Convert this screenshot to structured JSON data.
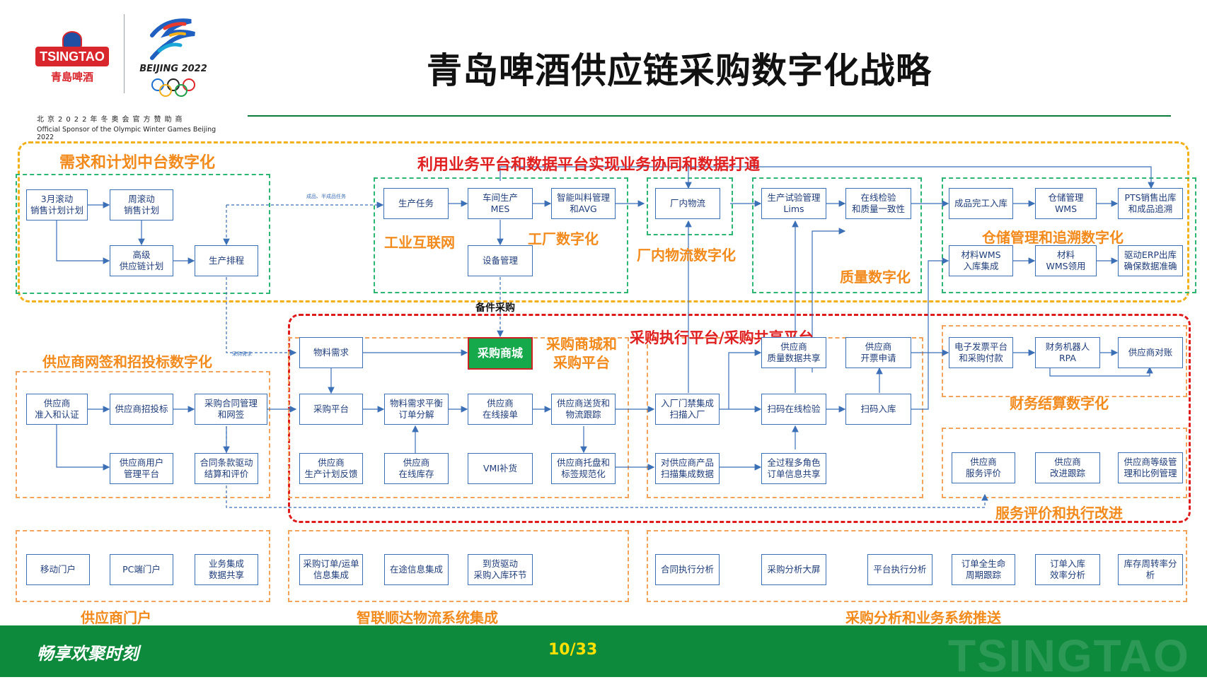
{
  "header": {
    "tsingtao_en": "TSINGTAO",
    "tsingtao_cn": "青島啤酒",
    "beijing_text": "BEIJING 2022",
    "sponsor_cn": "北京2022年冬奥会官方赞助商",
    "sponsor_en": "Official Sponsor of the Olympic Winter Games Beijing 2022",
    "title": "青岛啤酒供应链采购数字化战略"
  },
  "colors": {
    "green": "#0e8a3d",
    "red": "#e02020",
    "orange": "#f28a1c",
    "yellow": "#f2b019",
    "box_border": "#3b6fb6"
  },
  "labels": {
    "demand": "需求和计划中台数字化",
    "platform": "利用业务平台和数据平台实现业务协同和数据打通",
    "iiot": "工业互联网",
    "factory": "工厂数字化",
    "inplant": "厂内物流数字化",
    "quality": "质量数字化",
    "warehouse": "仓储管理和追溯数字化",
    "spare": "备件采购",
    "supplier_sign": "供应商网签和招投标数字化",
    "mall_platform": "采购商城和\n采购平台",
    "exec_platform": "采购执行平台/采购共享平台",
    "finance": "财务结算数字化",
    "service": "服务评价和执行改进",
    "portal": "供应商门户",
    "logistics": "智联顺达物流系统集成",
    "analysis": "采购分析和业务系统推送",
    "tiny_semi": "成品、半成品任务",
    "tiny_req": "采购需求"
  },
  "boxes": {
    "b1": "3月滚动\n销售计划计划",
    "b2": "周滚动\n销售计划",
    "b3": "高级\n供应链计划",
    "b4": "生产排程",
    "b5": "生产任务",
    "b6": "车间生产\nMES",
    "b7": "智能叫料管理\n和AVG",
    "b8": "设备管理",
    "b9": "厂内物流",
    "b10": "生产试验管理\nLims",
    "b11": "在线检验\n和质量一致性",
    "b12": "成品完工入库",
    "b13": "仓储管理\nWMS",
    "b14": "PTS销售出库\n和成品追溯",
    "b15": "材料WMS\n入库集成",
    "b16": "材料\nWMS领用",
    "b17": "驱动ERP出库\n确保数据准确",
    "b18": "物料需求",
    "b19": "采购商城",
    "b20": "采购平台",
    "b21": "物料需求平衡\n订单分解",
    "b22": "供应商\n在线接单",
    "b23": "供应商送货和\n物流跟踪",
    "b24": "供应商\n生产计划反馈",
    "b25": "供应商\n在线库存",
    "b26": "VMI补货",
    "b27": "供应商托盘和\n标签规范化",
    "b28": "供应商\n准入和认证",
    "b29": "供应商招投标",
    "b30": "采购合同管理\n和网签",
    "b31": "供应商用户\n管理平台",
    "b32": "合同条款驱动\n结算和评价",
    "b33": "供应商\n质量数据共享",
    "b34": "供应商\n开票申请",
    "b35": "入厂门禁集成\n扫描入厂",
    "b36": "扫码在线检验",
    "b37": "扫码入库",
    "b38": "对供应商产品\n扫描集成数据",
    "b39": "全过程多角色\n订单信息共享",
    "b40": "电子发票平台\n和采购付款",
    "b41": "财务机器人\nRPA",
    "b42": "供应商对账",
    "b43": "供应商\n服务评价",
    "b44": "供应商\n改进跟踪",
    "b45": "供应商等级管\n理和比例管理",
    "b46": "移动门户",
    "b47": "PC端门户",
    "b48": "业务集成\n数据共享",
    "b49": "采购订单/运单\n信息集成",
    "b50": "在途信息集成",
    "b51": "到货驱动\n采购入库环节",
    "b52": "合同执行分析",
    "b53": "采购分析大屏",
    "b54": "平台执行分析",
    "b55": "订单全生命\n周期跟踪",
    "b56": "订单入库\n效率分析",
    "b57": "库存周转率分\n析"
  },
  "footer": {
    "slogan": "畅享欢聚时刻",
    "page": "10/33",
    "watermark": "TSINGTAO"
  }
}
